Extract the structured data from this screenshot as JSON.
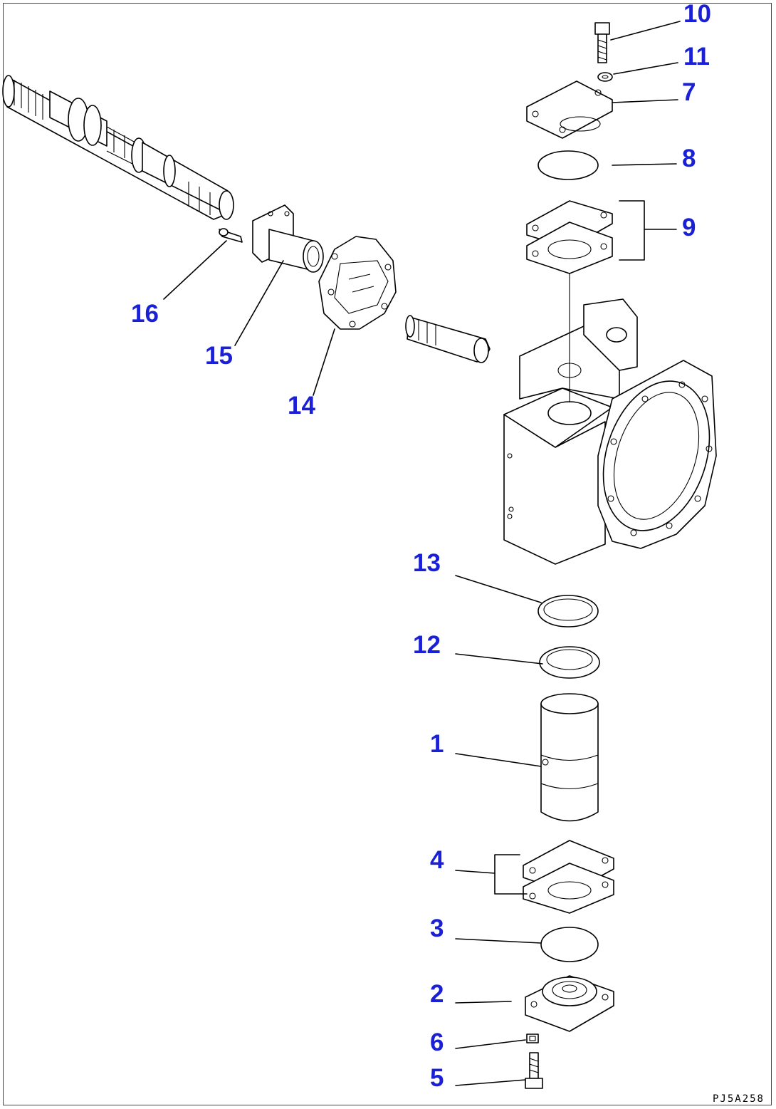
{
  "callouts": [
    {
      "id": "10",
      "text": "10"
    },
    {
      "id": "11",
      "text": "11"
    },
    {
      "id": "7",
      "text": "7"
    },
    {
      "id": "8",
      "text": "8"
    },
    {
      "id": "9",
      "text": "9"
    },
    {
      "id": "16",
      "text": "16"
    },
    {
      "id": "15",
      "text": "15"
    },
    {
      "id": "14",
      "text": "14"
    },
    {
      "id": "13",
      "text": "13"
    },
    {
      "id": "12",
      "text": "12"
    },
    {
      "id": "1",
      "text": "1"
    },
    {
      "id": "4",
      "text": "4"
    },
    {
      "id": "3",
      "text": "3"
    },
    {
      "id": "2",
      "text": "2"
    },
    {
      "id": "6",
      "text": "6"
    },
    {
      "id": "5",
      "text": "5"
    }
  ],
  "drawing_code": "PJ5A258",
  "colors": {
    "callout": "#1a20d6",
    "line": "#000000",
    "background": "#ffffff"
  }
}
